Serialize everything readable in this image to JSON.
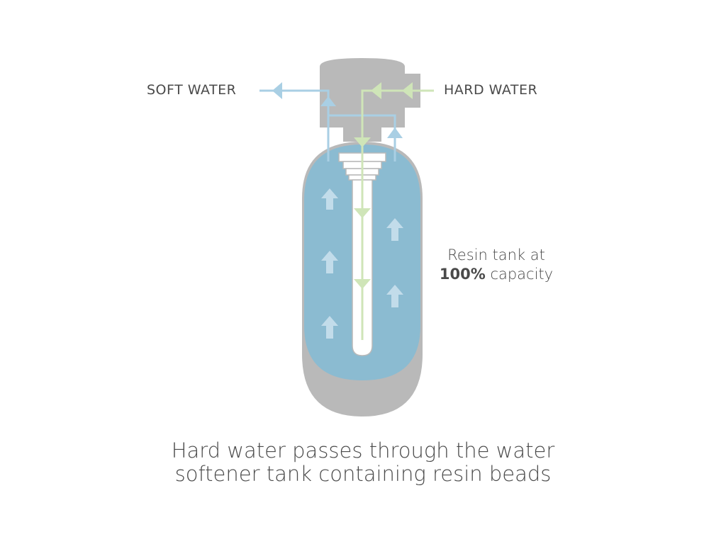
{
  "labels": {
    "soft_water": "SOFT WATER",
    "hard_water": "HARD WATER"
  },
  "capacity_note": {
    "line1": "Resin tank at",
    "percent": "100%",
    "line2_rest": " capacity"
  },
  "caption": {
    "line1": "Hard water passes through the water",
    "line2": "softener tank containing resin beads"
  },
  "colors": {
    "tank_gray": "#b9b9b9",
    "water_blue": "#8bbbd1",
    "soft_line_blue": "#a9cfe4",
    "hard_line_green": "#cfe5b8",
    "text": "#4a4a4a"
  }
}
